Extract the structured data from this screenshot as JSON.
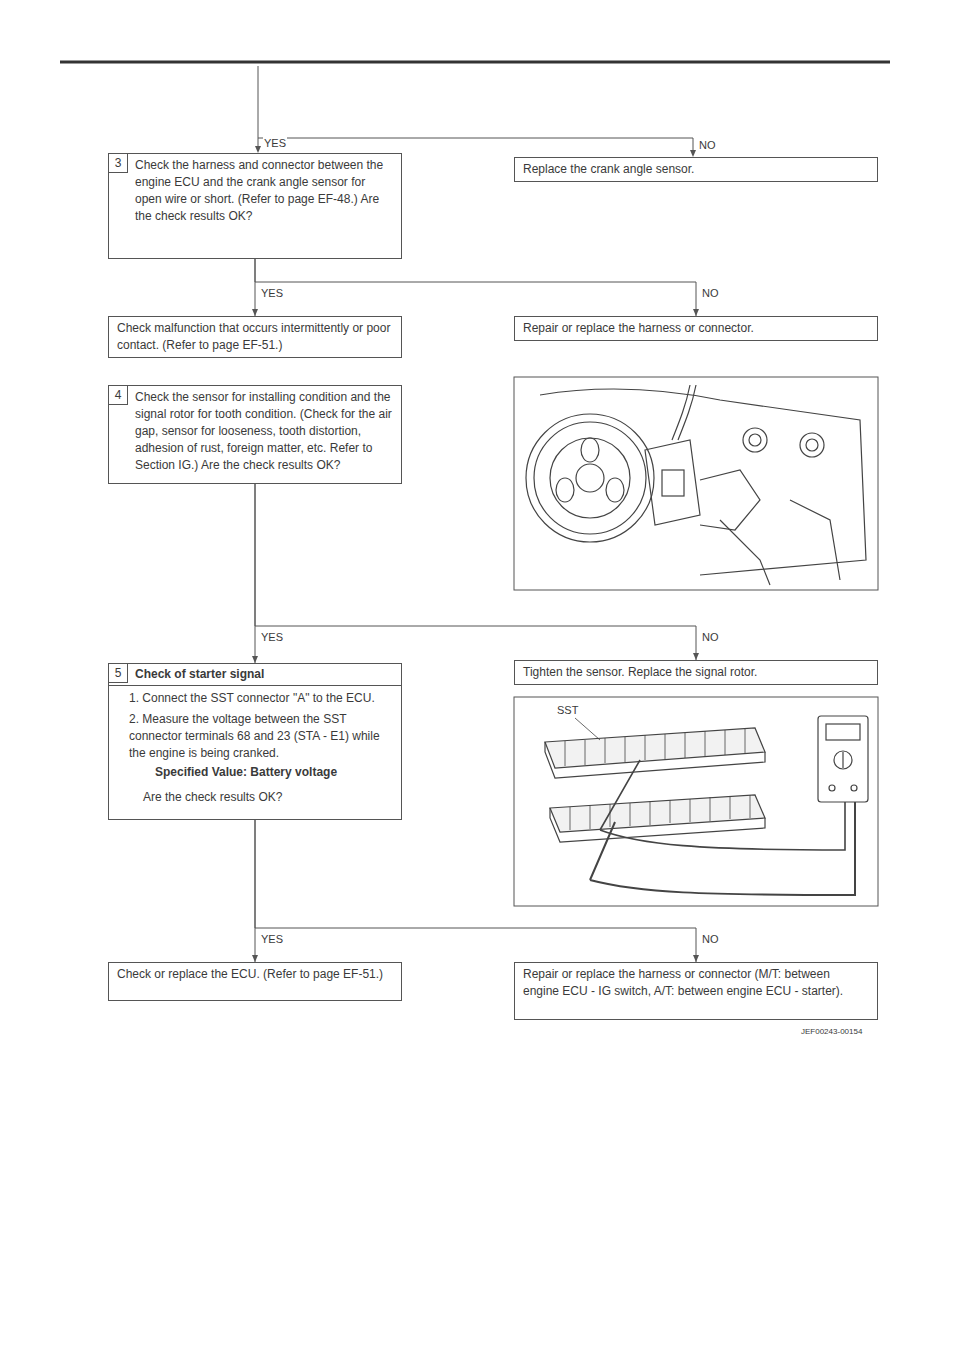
{
  "diagram": {
    "nodes": [
      {
        "text": [
          "3",
          "Check the harness and connector between the engine ECU and the crank angle sensor for open wire or short. (Refer to page EF-48.) Are the check results OK?"
        ]
      },
      {
        "text": [
          "Replace the crank angle sensor."
        ]
      },
      {
        "text": [
          "Check malfunction that occurs intermittently or poor contact. (Refer to page EF-51.)"
        ]
      },
      {
        "text": [
          "Repair or replace the harness or connector."
        ]
      },
      {
        "text": [
          "4",
          "Check the sensor for installing condition and the signal rotor for tooth condition. (Check for the air gap, sensor for looseness, tooth distortion, adhesion of rust, foreign matter, etc. Refer to Section IG.) Are the check results OK?"
        ]
      },
      {
        "text": [
          "5",
          "Check of starter signal",
          "1. Connect the SST connector \"A\" to the ECU.",
          "2. Measure the voltage between the SST connector terminals 68 and 23 (STA - E1) while the engine is being cranked.",
          "Specified Value: Battery voltage",
          "Are the check results OK?"
        ]
      },
      {
        "text": [
          "Tighten the sensor. Replace the signal rotor."
        ]
      },
      {
        "text": [
          "Check or replace the ECU. (Refer to page EF-51.)"
        ]
      },
      {
        "text": [
          "Repair or replace the harness or connector (M/T: between engine ECU - IG switch, A/T: between engine ECU - starter)."
        ]
      }
    ],
    "edges": [
      {
        "from": 0,
        "to": 2,
        "label": "YES",
        "arrow": "to"
      },
      {
        "from": 0,
        "to": 3,
        "label": "NO",
        "arrow": "to"
      },
      {
        "from": 4,
        "to": 5,
        "label": "YES",
        "arrow": "to"
      },
      {
        "from": 4,
        "to": 6,
        "label": "NO",
        "arrow": "to"
      },
      {
        "from": 5,
        "to": 7,
        "label": "YES",
        "arrow": "to"
      },
      {
        "from": 5,
        "to": 8,
        "label": "NO",
        "arrow": "to"
      }
    ],
    "labels": [
      "YES",
      "NO",
      "SST",
      "JEF00243-00154"
    ]
  }
}
